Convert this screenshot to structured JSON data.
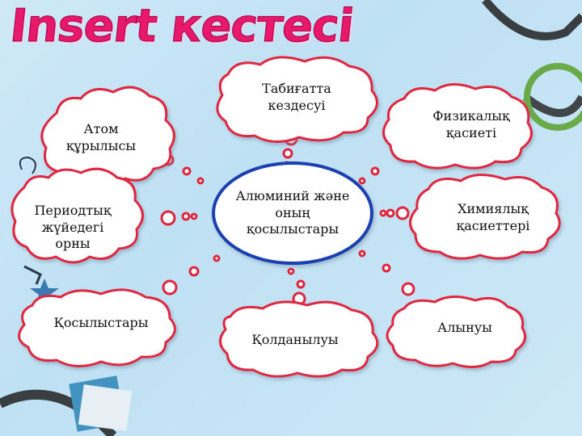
{
  "title": "Insert кестесі",
  "center": "Алюминий және оның қосылыстары",
  "nodes": {
    "atom": "Атом құрылысы",
    "periodic": "Периодтық жүйедегі орны",
    "compounds": "Қосылыстары",
    "nature": "Табиғатта кездесуі",
    "physical": "Физикалық қасиеті",
    "chemical": "Химиялық қасиеттері",
    "usage": "Қолданылуы",
    "obtaining": "Алынуы"
  },
  "colors": {
    "title": "#e8196a",
    "cloud_border": "#e0263f",
    "center_border": "#1d3fb0",
    "bubble": "#e0263f"
  }
}
